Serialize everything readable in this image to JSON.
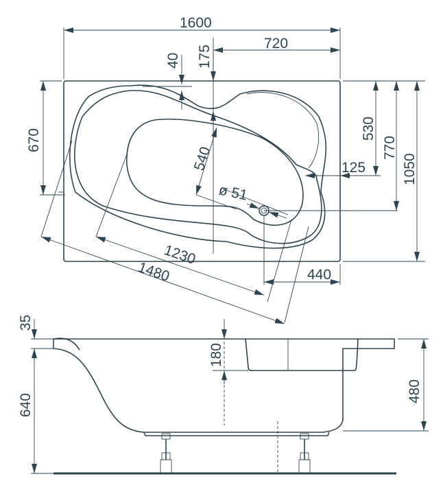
{
  "title": "Corner bathtub technical drawing",
  "color": "#2e4450",
  "top_view": {
    "dims": {
      "width": "1600",
      "drain_offset": "720",
      "top_inset": "175",
      "rim": "40",
      "left_depth": "670",
      "inner_width": "540",
      "drain_diameter": "ø 51",
      "right_inset": "125",
      "right_depth_1": "530",
      "right_depth_2": "770",
      "depth": "1050",
      "inner_length": "1230",
      "outer_length": "1480",
      "bottom_offset": "440"
    }
  },
  "side_view": {
    "dims": {
      "rim_height": "35",
      "total_height": "640",
      "seat_depth": "180",
      "inner_depth": "480"
    }
  }
}
